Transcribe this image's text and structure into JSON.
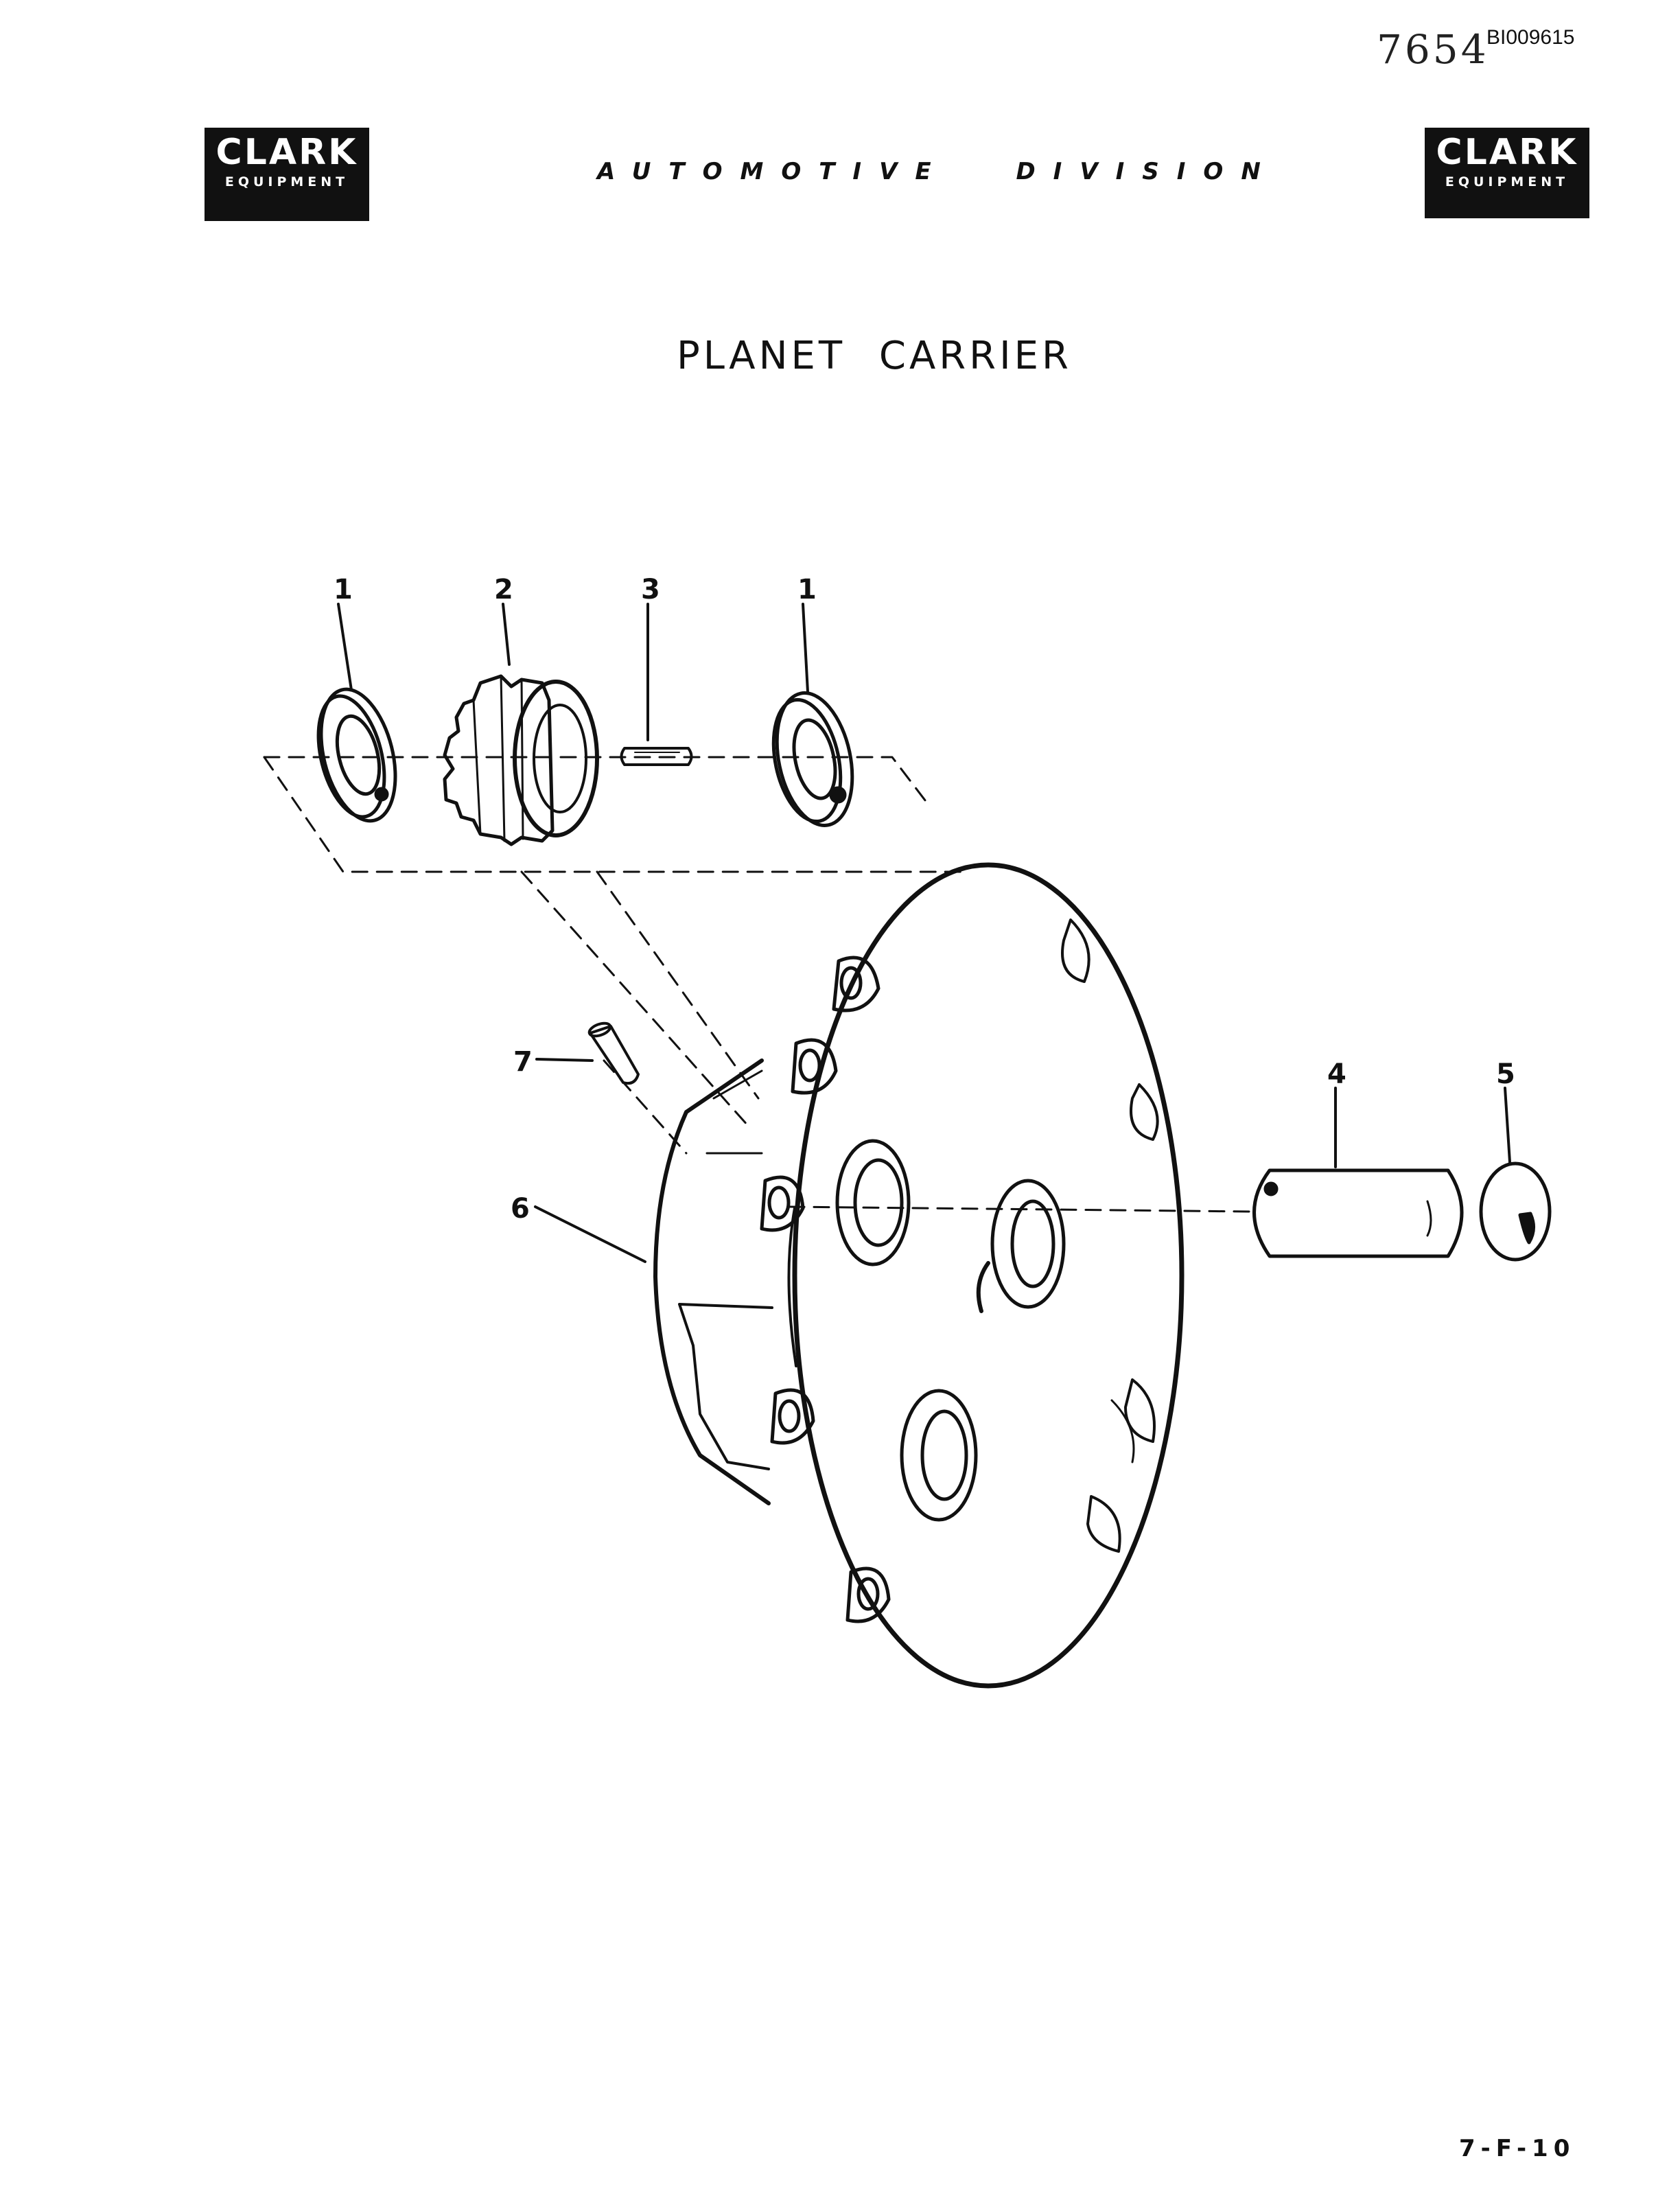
{
  "header": {
    "doc_number": "7654",
    "doc_id": "BI009615",
    "division": "AUTOMOTIVE DIVISION",
    "logo_left": {
      "line1": "CLARK",
      "line2": "EQUIPMENT"
    },
    "logo_right": {
      "line1": "CLARK",
      "line2": "EQUIPMENT"
    }
  },
  "title": "PLANET CARRIER",
  "callouts": {
    "c1a": "1",
    "c2": "2",
    "c3": "3",
    "c1b": "1",
    "c4": "4",
    "c5": "5",
    "c6": "6",
    "c7": "7"
  },
  "footer": {
    "page_ref": "7-F-10"
  }
}
